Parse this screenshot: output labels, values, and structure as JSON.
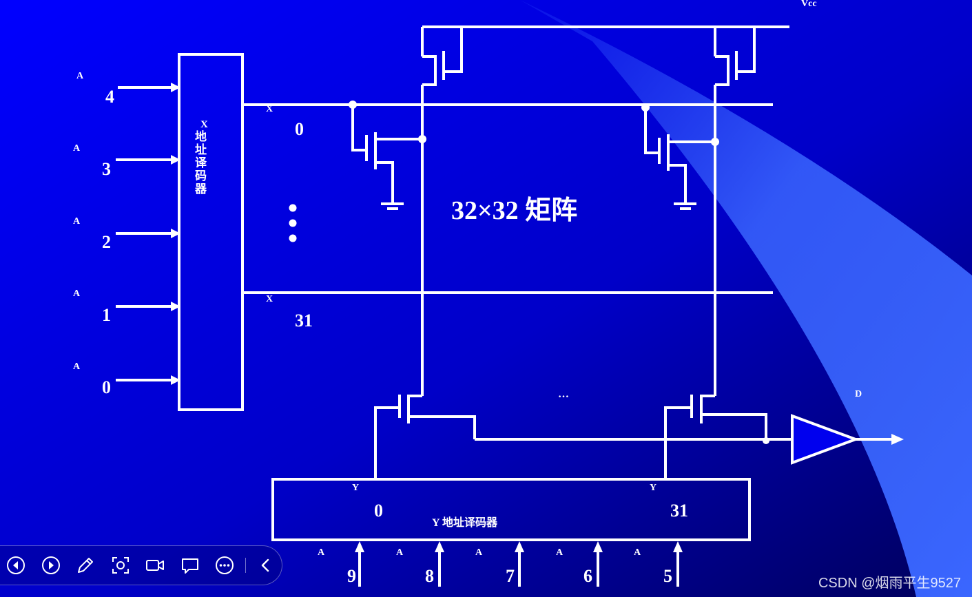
{
  "diagram": {
    "vcc": "Vcc",
    "x_decoder_title": "X",
    "x_decoder_chars": [
      "地",
      "址",
      "译",
      "码",
      "器"
    ],
    "address_inputs_left": [
      {
        "letter": "A",
        "sub": "4"
      },
      {
        "letter": "A",
        "sub": "3"
      },
      {
        "letter": "A",
        "sub": "2"
      },
      {
        "letter": "A",
        "sub": "1"
      },
      {
        "letter": "A",
        "sub": "0"
      }
    ],
    "row_lines": [
      {
        "letter": "X",
        "sub": "0"
      },
      {
        "letter": "X",
        "sub": "31"
      }
    ],
    "matrix_label": "32×32 矩阵",
    "column_ellipsis": "…",
    "output_letter": "D",
    "y_decoder_label": "Y 地址译码器",
    "y_outputs": [
      {
        "letter": "Y",
        "sub": "0"
      },
      {
        "letter": "Y",
        "sub": "31"
      }
    ],
    "address_inputs_bottom": [
      {
        "letter": "A",
        "sub": "9"
      },
      {
        "letter": "A",
        "sub": "8"
      },
      {
        "letter": "A",
        "sub": "7"
      },
      {
        "letter": "A",
        "sub": "6"
      },
      {
        "letter": "A",
        "sub": "5"
      }
    ]
  },
  "toolbar": {
    "icons": [
      "prev-icon",
      "next-icon",
      "pen-icon",
      "screenshot-icon",
      "camera-icon",
      "comment-icon",
      "more-icon",
      "collapse-icon"
    ]
  },
  "watermark": "CSDN @烟雨平生9527",
  "colors": {
    "background_start": "#0000ff",
    "background_end": "#000050",
    "beam": "#3a66ff",
    "buffer_fill": "#0000ee",
    "line": "#ffffff"
  }
}
